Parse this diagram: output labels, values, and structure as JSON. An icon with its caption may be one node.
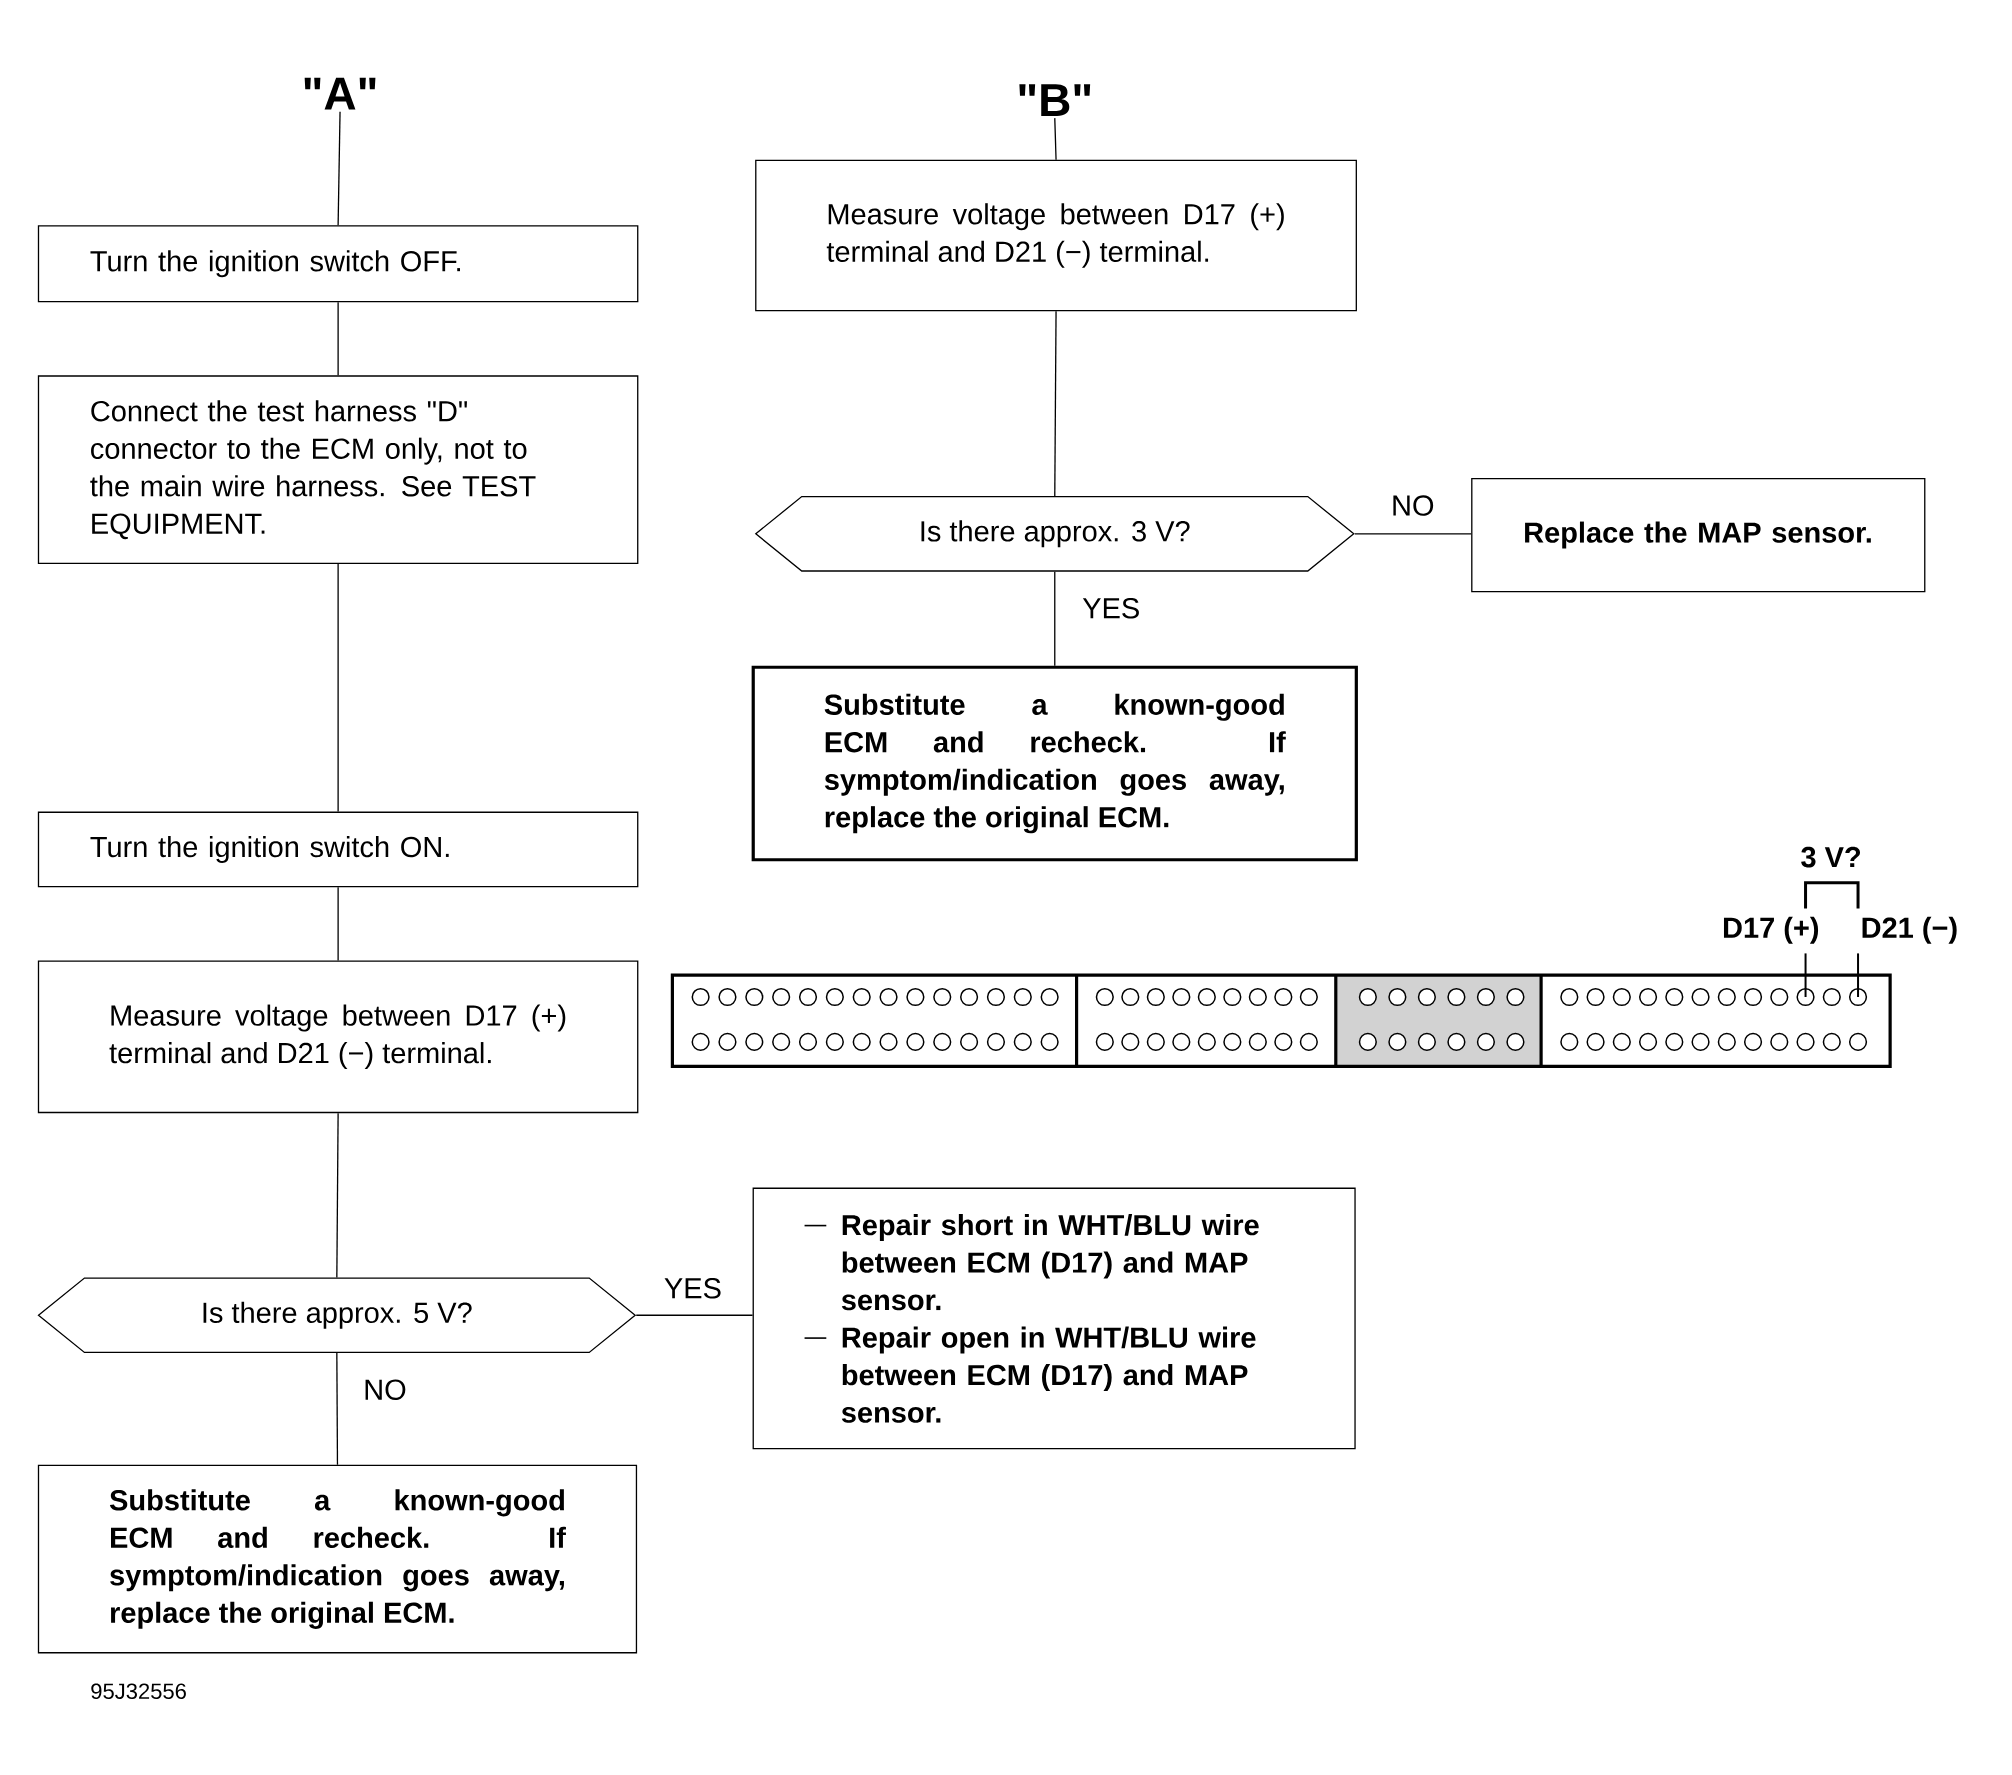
{
  "diagram": {
    "nodes": [
      {
        "text": [
          "\"A\""
        ]
      },
      {
        "text": [
          "Turn the ignition switch OFF."
        ]
      },
      {
        "text": [
          "Connect the test harness \"D\" connector to the ECM only, not to the main wire harness. See TEST EQUIPMENT."
        ]
      },
      {
        "text": [
          "Turn the ignition switch ON."
        ]
      },
      {
        "text": [
          "Measure voltage between D17 (+) terminal and D21 (−) terminal."
        ]
      },
      {
        "text": [
          "Is there approx. 5 V?"
        ]
      },
      {
        "text": [
          "Repair short in WHT/BLU wire between ECM (D17) and MAP sensor.",
          "Repair open in WHT/BLU wire between ECM (D17) and MAP sensor."
        ]
      },
      {
        "text": [
          "Substitute a known-good ECM and recheck. If symptom/indication goes away, replace the original ECM."
        ]
      },
      {
        "text": [
          "\"B\""
        ]
      },
      {
        "text": [
          "Measure voltage between D17 (+) terminal and D21 (−) terminal."
        ]
      },
      {
        "text": [
          "Is there approx. 3 V?"
        ]
      },
      {
        "text": [
          "Replace the MAP sensor."
        ]
      },
      {
        "text": [
          "Substitute a known-good ECM and recheck. If symptom/indication goes away, replace the original ECM."
        ]
      }
    ],
    "edges": [
      {
        "from": 0,
        "to": 1,
        "arrow": "none"
      },
      {
        "from": 1,
        "to": 2,
        "arrow": "none"
      },
      {
        "from": 2,
        "to": 3,
        "arrow": "none"
      },
      {
        "from": 3,
        "to": 4,
        "arrow": "none"
      },
      {
        "from": 4,
        "to": 5,
        "arrow": "none"
      },
      {
        "from": 5,
        "to": 6,
        "arrow": "none",
        "label": "YES"
      },
      {
        "from": 5,
        "to": 7,
        "arrow": "none",
        "label": "NO"
      },
      {
        "from": 8,
        "to": 9,
        "arrow": "none"
      },
      {
        "from": 9,
        "to": 10,
        "arrow": "none"
      },
      {
        "from": 10,
        "to": 11,
        "arrow": "none",
        "label": "NO"
      },
      {
        "from": 10,
        "to": 12,
        "arrow": "none",
        "label": "YES"
      }
    ],
    "labels": [
      "3 V?",
      "D17 (+)",
      "D21 (−)",
      "95J32556"
    ]
  }
}
